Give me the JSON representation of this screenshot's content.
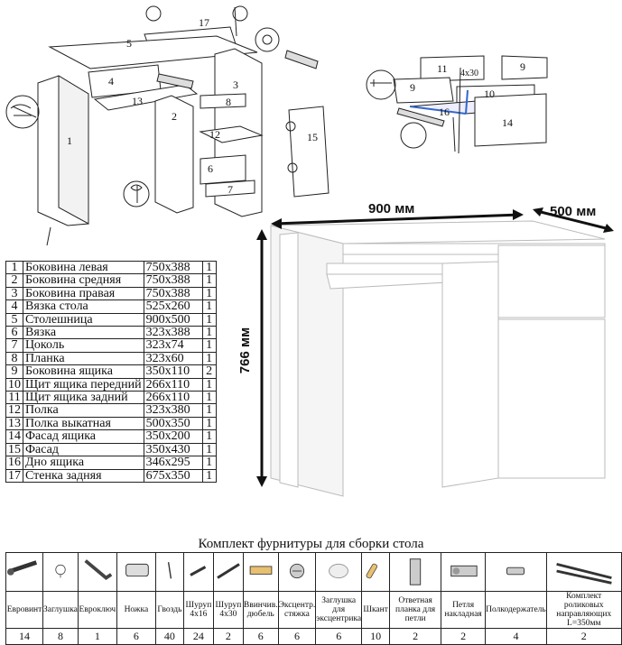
{
  "assembly_labels": {
    "cabinet": [
      "17",
      "5",
      "4",
      "13",
      "3",
      "2",
      "1",
      "8",
      "12",
      "6",
      "7",
      "15"
    ],
    "drawer": [
      "11",
      "9",
      "9",
      "10",
      "16",
      "14"
    ],
    "drawer_callout": "4x30"
  },
  "dimensions": {
    "width": "900 мм",
    "depth": "500 мм",
    "height": "766 мм"
  },
  "parts": [
    {
      "n": "1",
      "name": "Боковина левая",
      "dim": "750x388",
      "qty": "1"
    },
    {
      "n": "2",
      "name": "Боковина средняя",
      "dim": "750x388",
      "qty": "1"
    },
    {
      "n": "3",
      "name": "Боковина правая",
      "dim": "750x388",
      "qty": "1"
    },
    {
      "n": "4",
      "name": "Вязка стола",
      "dim": "525x260",
      "qty": "1"
    },
    {
      "n": "5",
      "name": "Столешница",
      "dim": "900x500",
      "qty": "1"
    },
    {
      "n": "6",
      "name": "Вязка",
      "dim": "323x388",
      "qty": "1"
    },
    {
      "n": "7",
      "name": "Цоколь",
      "dim": "323x74",
      "qty": "1"
    },
    {
      "n": "8",
      "name": "Планка",
      "dim": "323x60",
      "qty": "1"
    },
    {
      "n": "9",
      "name": "Боковина ящика",
      "dim": "350x110",
      "qty": "2"
    },
    {
      "n": "10",
      "name": "Щит ящика передний",
      "dim": "266x110",
      "qty": "1"
    },
    {
      "n": "11",
      "name": "Щит ящика задний",
      "dim": "266x110",
      "qty": "1"
    },
    {
      "n": "12",
      "name": "Полка",
      "dim": "323x380",
      "qty": "1"
    },
    {
      "n": "13",
      "name": "Полка выкатная",
      "dim": "500x350",
      "qty": "1"
    },
    {
      "n": "14",
      "name": "Фасад ящика",
      "dim": "350x200",
      "qty": "1"
    },
    {
      "n": "15",
      "name": "Фасад",
      "dim": "350x430",
      "qty": "1"
    },
    {
      "n": "16",
      "name": "Дно ящика",
      "dim": "346x295",
      "qty": "1"
    },
    {
      "n": "17",
      "name": "Стенка задняя",
      "dim": "675x350",
      "qty": "1"
    }
  ],
  "hardware": {
    "title": "Комплект фурнитуры для сборки стола",
    "items": [
      {
        "name": "Евровинт",
        "qty": "14",
        "icon": "eurobolt-icon"
      },
      {
        "name": "Заглушка",
        "qty": "8",
        "icon": "cap-icon"
      },
      {
        "name": "Евроключ",
        "qty": "1",
        "icon": "hex-key-icon"
      },
      {
        "name": "Ножка",
        "qty": "6",
        "icon": "foot-icon"
      },
      {
        "name": "Гвоздь",
        "qty": "40",
        "icon": "nail-icon"
      },
      {
        "name": "Шуруп 4x16",
        "qty": "24",
        "icon": "screw-short-icon"
      },
      {
        "name": "Шуруп 4x30",
        "qty": "2",
        "icon": "screw-long-icon"
      },
      {
        "name": "Ввинчив. дюбель",
        "qty": "6",
        "icon": "dowel-icon"
      },
      {
        "name": "Эксцентр. стяжка",
        "qty": "6",
        "icon": "cam-lock-icon"
      },
      {
        "name": "Заглушка для эксцентрика",
        "qty": "6",
        "icon": "cam-cap-icon"
      },
      {
        "name": "Шкант",
        "qty": "10",
        "icon": "wood-dowel-icon"
      },
      {
        "name": "Ответная планка для петли",
        "qty": "2",
        "icon": "hinge-plate-icon"
      },
      {
        "name": "Петля накладная",
        "qty": "2",
        "icon": "hinge-icon"
      },
      {
        "name": "Полкодержатель",
        "qty": "4",
        "icon": "shelf-pin-icon"
      },
      {
        "name": "Комплект роликовых направляющих L=350мм",
        "qty": "2",
        "icon": "drawer-slide-icon"
      }
    ]
  }
}
